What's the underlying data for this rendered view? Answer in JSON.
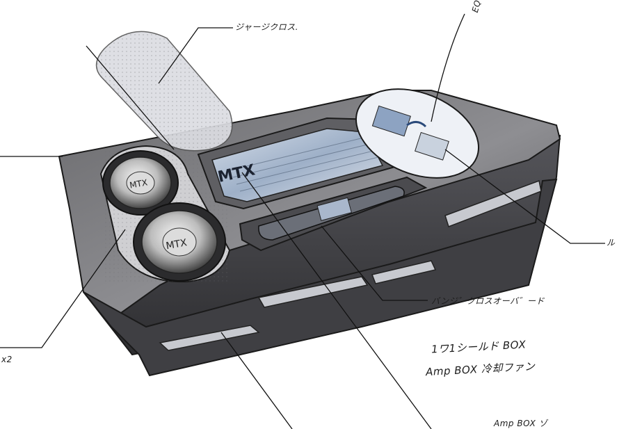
{
  "annotations": {
    "top_label": "ジャージクロス.",
    "top_right_label": "EQ",
    "right_label": "ル",
    "center_label": "バンジ゛クロスオーバ゛ード",
    "left_label": "x2",
    "note_line1": "1ワ1シールド BOX",
    "note_line2": "Amp BOX 冷却ファン",
    "note_line3": "Amp BOX ゾ"
  },
  "logos": {
    "speaker_logo": "MTX",
    "grille_logo": "MTX"
  },
  "colors": {
    "board_top": "#8a8a8c",
    "board_edge": "#3c3c3e",
    "grille": "#b9c6d8",
    "pad": "#c7c9cf"
  }
}
